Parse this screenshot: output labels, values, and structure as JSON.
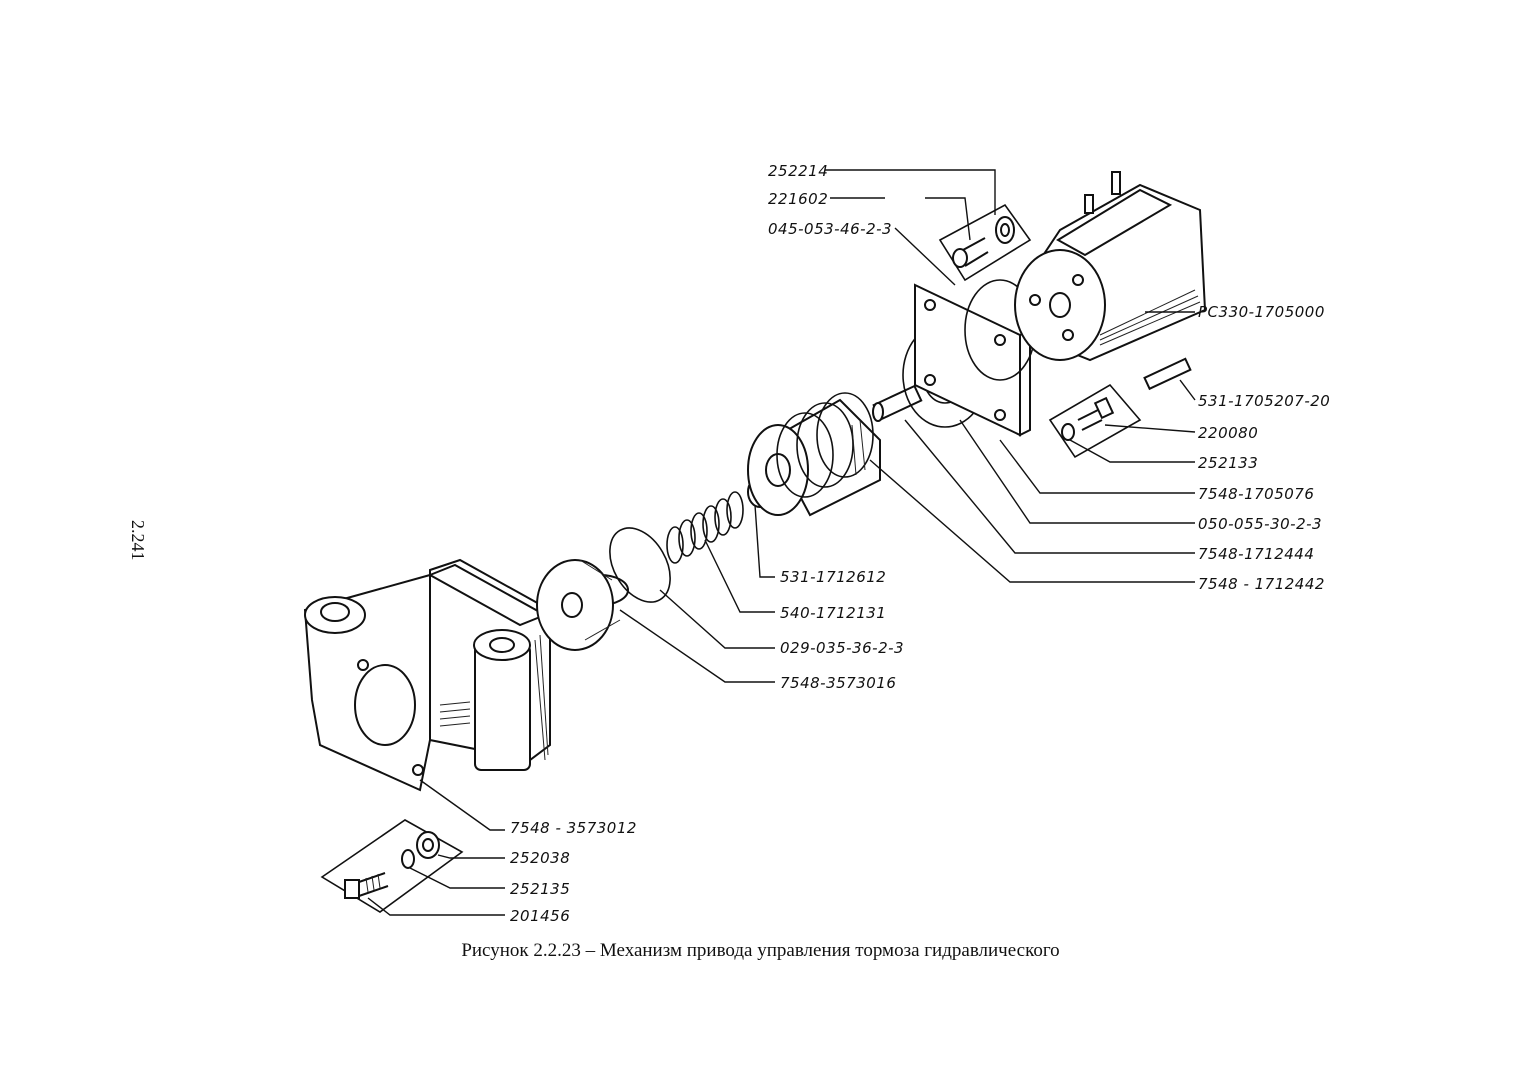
{
  "page_number": "2.241",
  "caption": "Рисунок 2.2.23 – Механизм привода управления тормоза гидравлического",
  "part_labels": [
    "252214",
    "221602",
    "045-053-46-2-3",
    "PC330-1705000",
    "531-1705207-20",
    "220080",
    "252133",
    "7548-1705076",
    "050-055-30-2-3",
    "7548-1712444",
    "7548 - 1712442",
    "531-1712612",
    "540-1712131",
    "029-035-36-2-3",
    "7548-3573016",
    "7548 - 3573012",
    "252038",
    "252135",
    "201456"
  ]
}
